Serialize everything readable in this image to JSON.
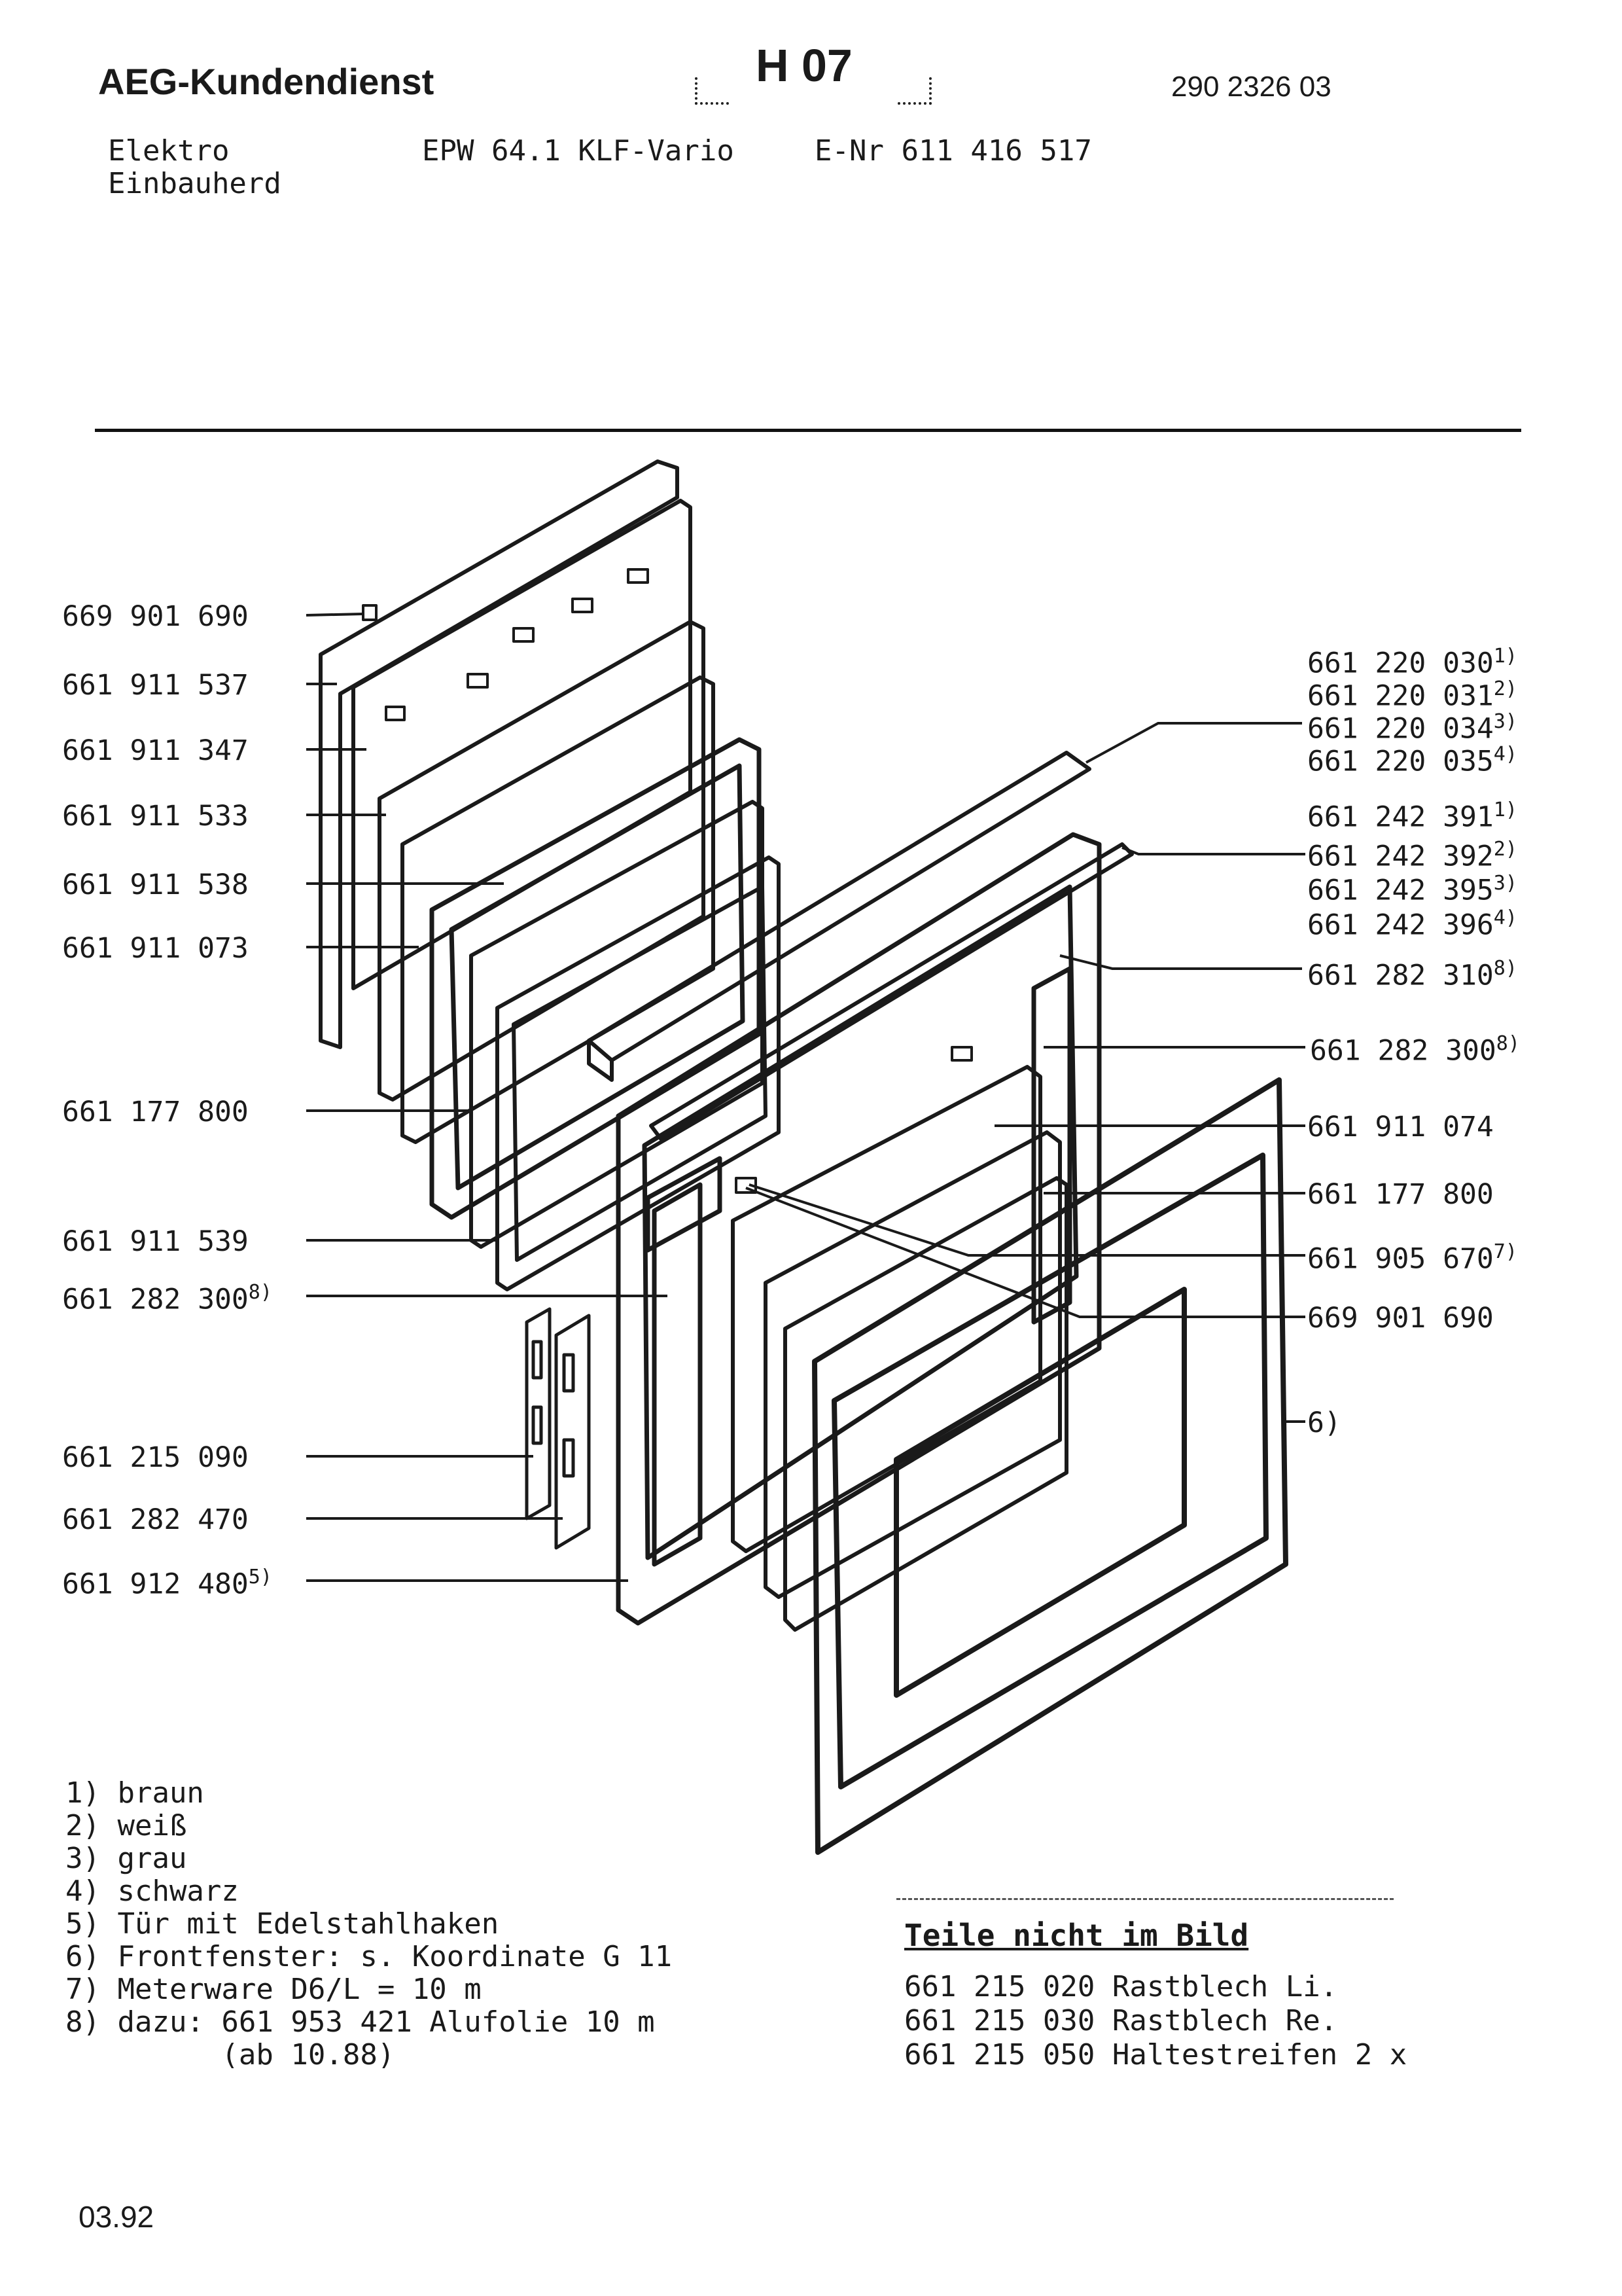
{
  "header": {
    "brand": "AEG-Kundendienst",
    "sheet": "H 07",
    "doc_number": "290 2326 03",
    "product_line1": "Elektro",
    "product_line2": "Einbauherd",
    "model": "EPW 64.1 KLF-Vario",
    "enr": "E-Nr 611 416 517"
  },
  "left_labels": [
    {
      "num": "669 901 690",
      "sup": ""
    },
    {
      "num": "661 911 537",
      "sup": ""
    },
    {
      "num": "661 911 347",
      "sup": ""
    },
    {
      "num": "661 911 533",
      "sup": ""
    },
    {
      "num": "661 911 538",
      "sup": ""
    },
    {
      "num": "661 911 073",
      "sup": ""
    },
    {
      "num": "661 177 800",
      "sup": ""
    },
    {
      "num": "661 911 539",
      "sup": ""
    },
    {
      "num": "661 282 300",
      "sup": "8)"
    },
    {
      "num": "661 215 090",
      "sup": ""
    },
    {
      "num": "661 282 470",
      "sup": ""
    },
    {
      "num": "661 912 480",
      "sup": "5)"
    }
  ],
  "right_labels": [
    {
      "num": "661 220 030",
      "sup": "1)"
    },
    {
      "num": "661 220 031",
      "sup": "2)"
    },
    {
      "num": "661 220 034",
      "sup": "3)"
    },
    {
      "num": "661 220 035",
      "sup": "4)"
    },
    {
      "num": "661 242 391",
      "sup": "1)"
    },
    {
      "num": "661 242 392",
      "sup": "2)"
    },
    {
      "num": "661 242 395",
      "sup": "3)"
    },
    {
      "num": "661 242 396",
      "sup": "4)"
    },
    {
      "num": "661 282 310",
      "sup": "8)"
    },
    {
      "num": "661 282 300",
      "sup": "8)"
    },
    {
      "num": "661 911 074",
      "sup": ""
    },
    {
      "num": "661 177 800",
      "sup": ""
    },
    {
      "num": "661 905 670",
      "sup": "7)"
    },
    {
      "num": "669 901 690",
      "sup": ""
    },
    {
      "num": "6)",
      "sup": ""
    }
  ],
  "footnotes": [
    "1) braun",
    "2) weiß",
    "3) grau",
    "4) schwarz",
    "5) Tür mit Edelstahlhaken",
    "6) Frontfenster: s. Koordinate G 11",
    "7) Meterware D6/L = 10 m",
    "8) dazu: 661 953 421 Alufolie 10 m",
    "         (ab 10.88)"
  ],
  "not_pictured": {
    "title": "Teile nicht im Bild",
    "items": [
      "661 215 020 Rastblech Li.",
      "661 215 030 Rastblech Re.",
      "661 215 050 Haltestreifen 2 x"
    ]
  },
  "date": "03.92"
}
